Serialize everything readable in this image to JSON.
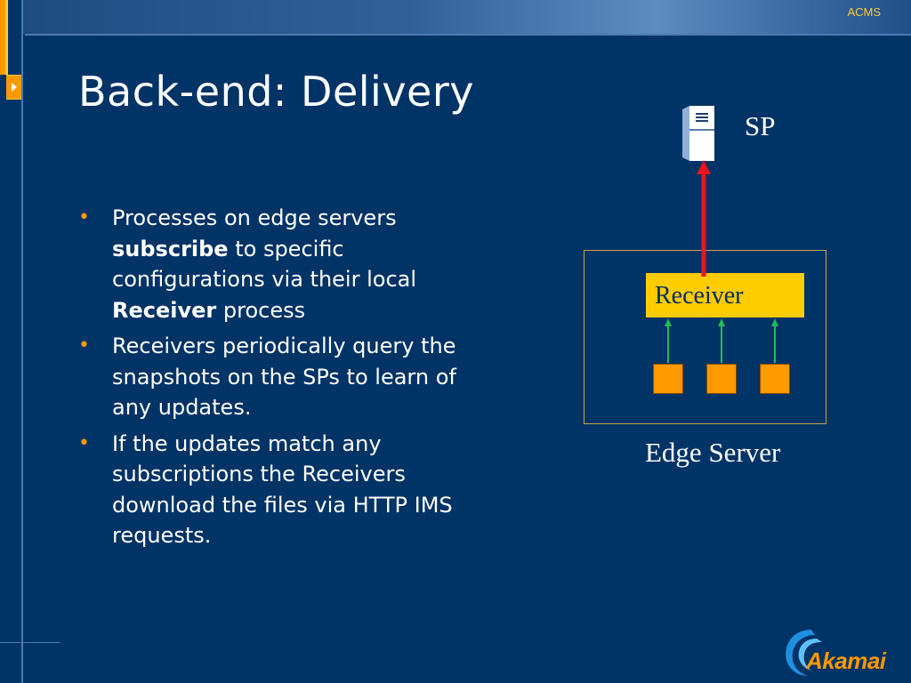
{
  "header": {
    "label": "ACMS"
  },
  "slide": {
    "title": "Back-end: Delivery",
    "bullets": [
      {
        "parts": [
          {
            "text": "Processes on edge servers ",
            "bold": false
          },
          {
            "text": "subscribe",
            "bold": true
          },
          {
            "text": " to specific configurations via their local ",
            "bold": false
          },
          {
            "text": "Receiver",
            "bold": true
          },
          {
            "text": " process",
            "bold": false
          }
        ]
      },
      {
        "parts": [
          {
            "text": "Receivers periodically query the snapshots on the SPs to learn of any updates.",
            "bold": false
          }
        ]
      },
      {
        "parts": [
          {
            "text": "If the updates match any subscriptions the Receivers download the files via HTTP IMS requests.",
            "bold": false
          }
        ]
      }
    ]
  },
  "diagram": {
    "sp_label": "SP",
    "receiver_label": "Receiver",
    "edge_server_label": "Edge Server",
    "process_count": 3,
    "colors": {
      "receiver_fill": "#ffcc00",
      "process_fill": "#ff9900",
      "uplink_arrow": "#e8141e",
      "process_arrows": "#22bb55",
      "box_border": "#c9a04a"
    },
    "icons": {
      "sp": "server-icon"
    }
  },
  "brand": {
    "logo_text": "Akamai",
    "logo_color": "#ff9900"
  },
  "theme": {
    "background": "#003366",
    "accent": "#ff9900",
    "header_text": "#ffcc33"
  }
}
